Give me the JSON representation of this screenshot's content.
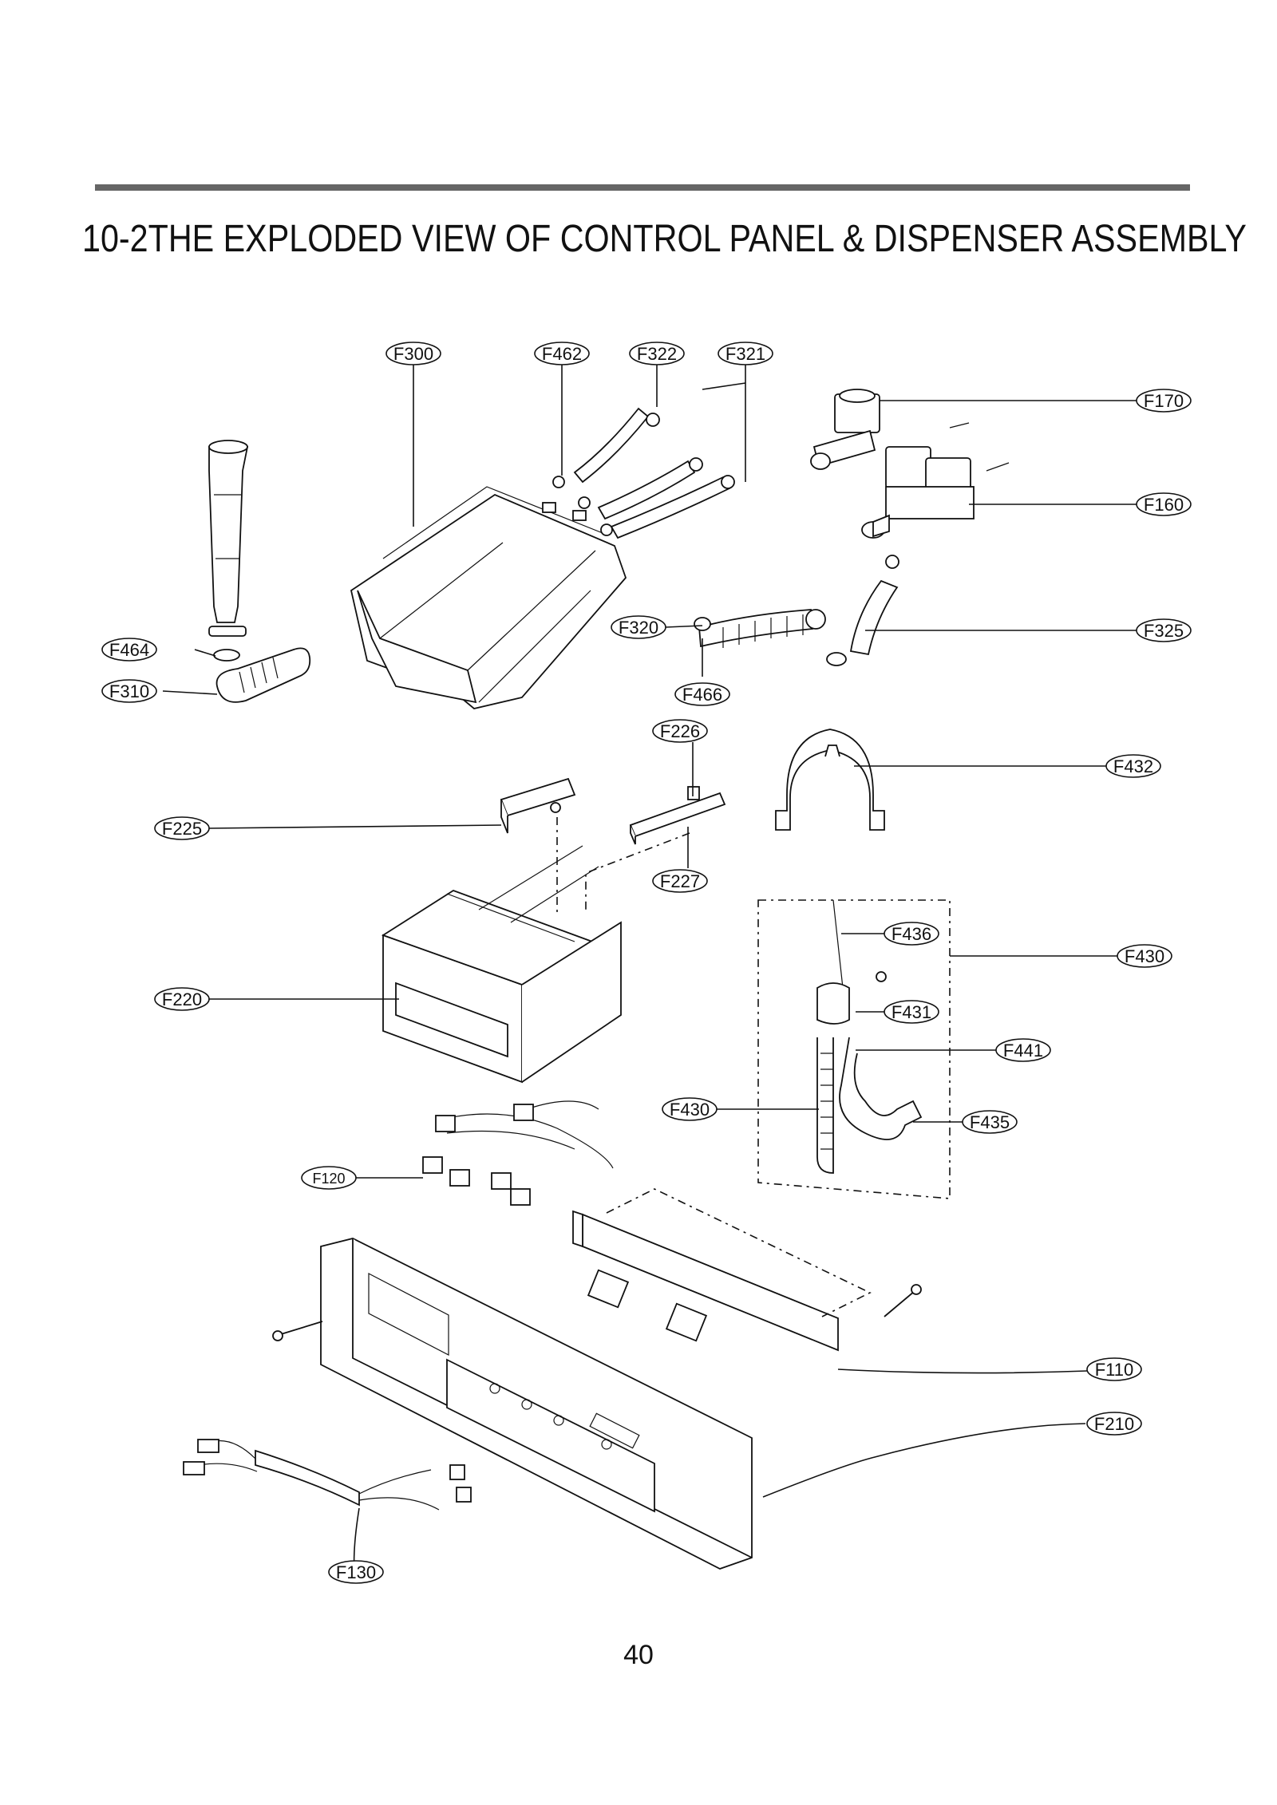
{
  "title": "10-2THE EXPLODED VIEW OF CONTROL PANEL & DISPENSER ASSEMBLY",
  "page_number": "40",
  "callouts": [
    {
      "id": "F300",
      "label": "F300"
    },
    {
      "id": "F462",
      "label": "F462"
    },
    {
      "id": "F322",
      "label": "F322"
    },
    {
      "id": "F321",
      "label": "F321"
    },
    {
      "id": "F170",
      "label": "F170"
    },
    {
      "id": "F160",
      "label": "F160"
    },
    {
      "id": "F464",
      "label": "F464"
    },
    {
      "id": "F310",
      "label": "F310"
    },
    {
      "id": "F320",
      "label": "F320"
    },
    {
      "id": "F325",
      "label": "F325"
    },
    {
      "id": "F466",
      "label": "F466"
    },
    {
      "id": "F226",
      "label": "F226"
    },
    {
      "id": "F432",
      "label": "F432"
    },
    {
      "id": "F225",
      "label": "F225"
    },
    {
      "id": "F227",
      "label": "F227"
    },
    {
      "id": "F436",
      "label": "F436"
    },
    {
      "id": "F430a",
      "label": "F430"
    },
    {
      "id": "F220",
      "label": "F220"
    },
    {
      "id": "F431",
      "label": "F431"
    },
    {
      "id": "F441",
      "label": "F441"
    },
    {
      "id": "F430b",
      "label": "F430"
    },
    {
      "id": "F435",
      "label": "F435"
    },
    {
      "id": "F120",
      "label": "F120"
    },
    {
      "id": "F110",
      "label": "F110"
    },
    {
      "id": "F210",
      "label": "F210"
    },
    {
      "id": "F130",
      "label": "F130"
    }
  ]
}
